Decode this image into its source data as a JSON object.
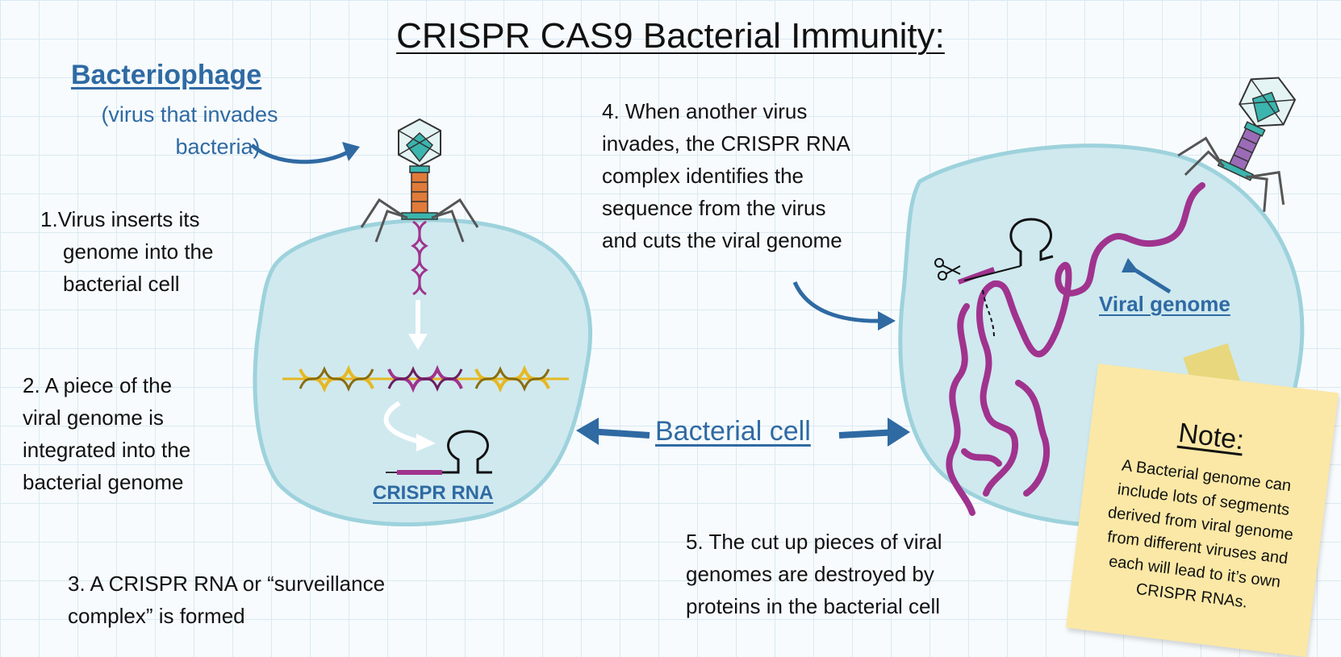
{
  "title": "CRISPR CAS9 Bacterial Immunity:",
  "phage": {
    "heading": "Bacteriophage",
    "subtitle_line1": "(virus that invades",
    "subtitle_line2": "bacteria)"
  },
  "steps": {
    "s1": {
      "num": "1.",
      "line1": "Virus inserts its",
      "line2": "genome into the",
      "line3": "bacterial cell"
    },
    "s2": {
      "line1": "2. A piece of the",
      "line2": "viral genome is",
      "line3": "integrated into the",
      "line4": "bacterial genome"
    },
    "s3": {
      "line1": "3. A CRISPR RNA or “surveillance",
      "line2": "complex” is formed"
    },
    "s4": {
      "line1": "4. When another virus",
      "line2": "invades, the CRISPR RNA",
      "line3": "complex identifies the",
      "line4": "sequence from the virus",
      "line5": "and cuts the viral genome"
    },
    "s5": {
      "line1": "5. The cut up pieces of viral",
      "line2": "genomes are destroyed by",
      "line3": "proteins in the bacterial cell"
    }
  },
  "labels": {
    "crispr_rna": "CRISPR RNA",
    "bacterial_cell": "Bacterial cell",
    "viral_genome": "Viral genome"
  },
  "note": {
    "title": "Note:",
    "line1": "A Bacterial genome can",
    "line2": "include lots of segments",
    "line3": "derived from viral genome",
    "line4": "from different viruses and",
    "line5": "each will lead to it’s own",
    "line6": "CRISPR RNAs."
  },
  "colors": {
    "cell_fill": "#cfe9ef",
    "cell_stroke": "#9dd2dc",
    "accent_blue": "#2f6aa3",
    "viral_dna": "#a0338e",
    "bacterial_dna": "#e6b823",
    "note_paper": "#fbe8a6"
  }
}
